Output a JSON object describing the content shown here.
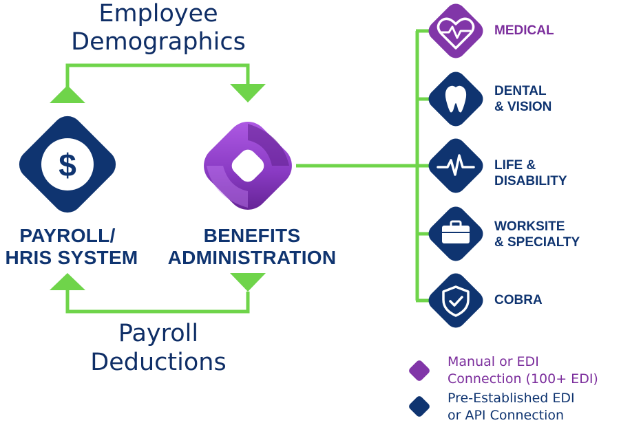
{
  "colors": {
    "navy": "#0f3470",
    "purple": "#8136a8",
    "green": "#6fd44a",
    "white": "#ffffff"
  },
  "flows": {
    "top": {
      "label_line1": "Employee",
      "label_line2": "Demographics"
    },
    "bottom": {
      "label_line1": "Payroll",
      "label_line2": "Deductions"
    }
  },
  "nodes": {
    "payroll": {
      "line1": "PAYROLL/",
      "line2": "HRIS SYSTEM",
      "icon": "dollar-icon"
    },
    "benefits": {
      "line1": "BENEFITS",
      "line2": "ADMINISTRATION",
      "icon": "ring-logo-icon"
    }
  },
  "categories": [
    {
      "line1": "MEDICAL",
      "line2": "",
      "icon": "heart-pulse-icon",
      "connection": "manual"
    },
    {
      "line1": "DENTAL",
      "line2": "& VISION",
      "icon": "tooth-icon",
      "connection": "pre-established"
    },
    {
      "line1": "LIFE &",
      "line2": "DISABILITY",
      "icon": "heartbeat-line-icon",
      "connection": "pre-established"
    },
    {
      "line1": "WORKSITE",
      "line2": "& SPECIALTY",
      "icon": "briefcase-icon",
      "connection": "pre-established"
    },
    {
      "line1": "COBRA",
      "line2": "",
      "icon": "shield-check-icon",
      "connection": "pre-established"
    }
  ],
  "legend": [
    {
      "line1": "Manual or EDI",
      "line2": "Connection (100+ EDI)",
      "color": "#8136a8"
    },
    {
      "line1": "Pre-Established EDI",
      "line2": "or API Connection",
      "color": "#0f3470"
    }
  ]
}
